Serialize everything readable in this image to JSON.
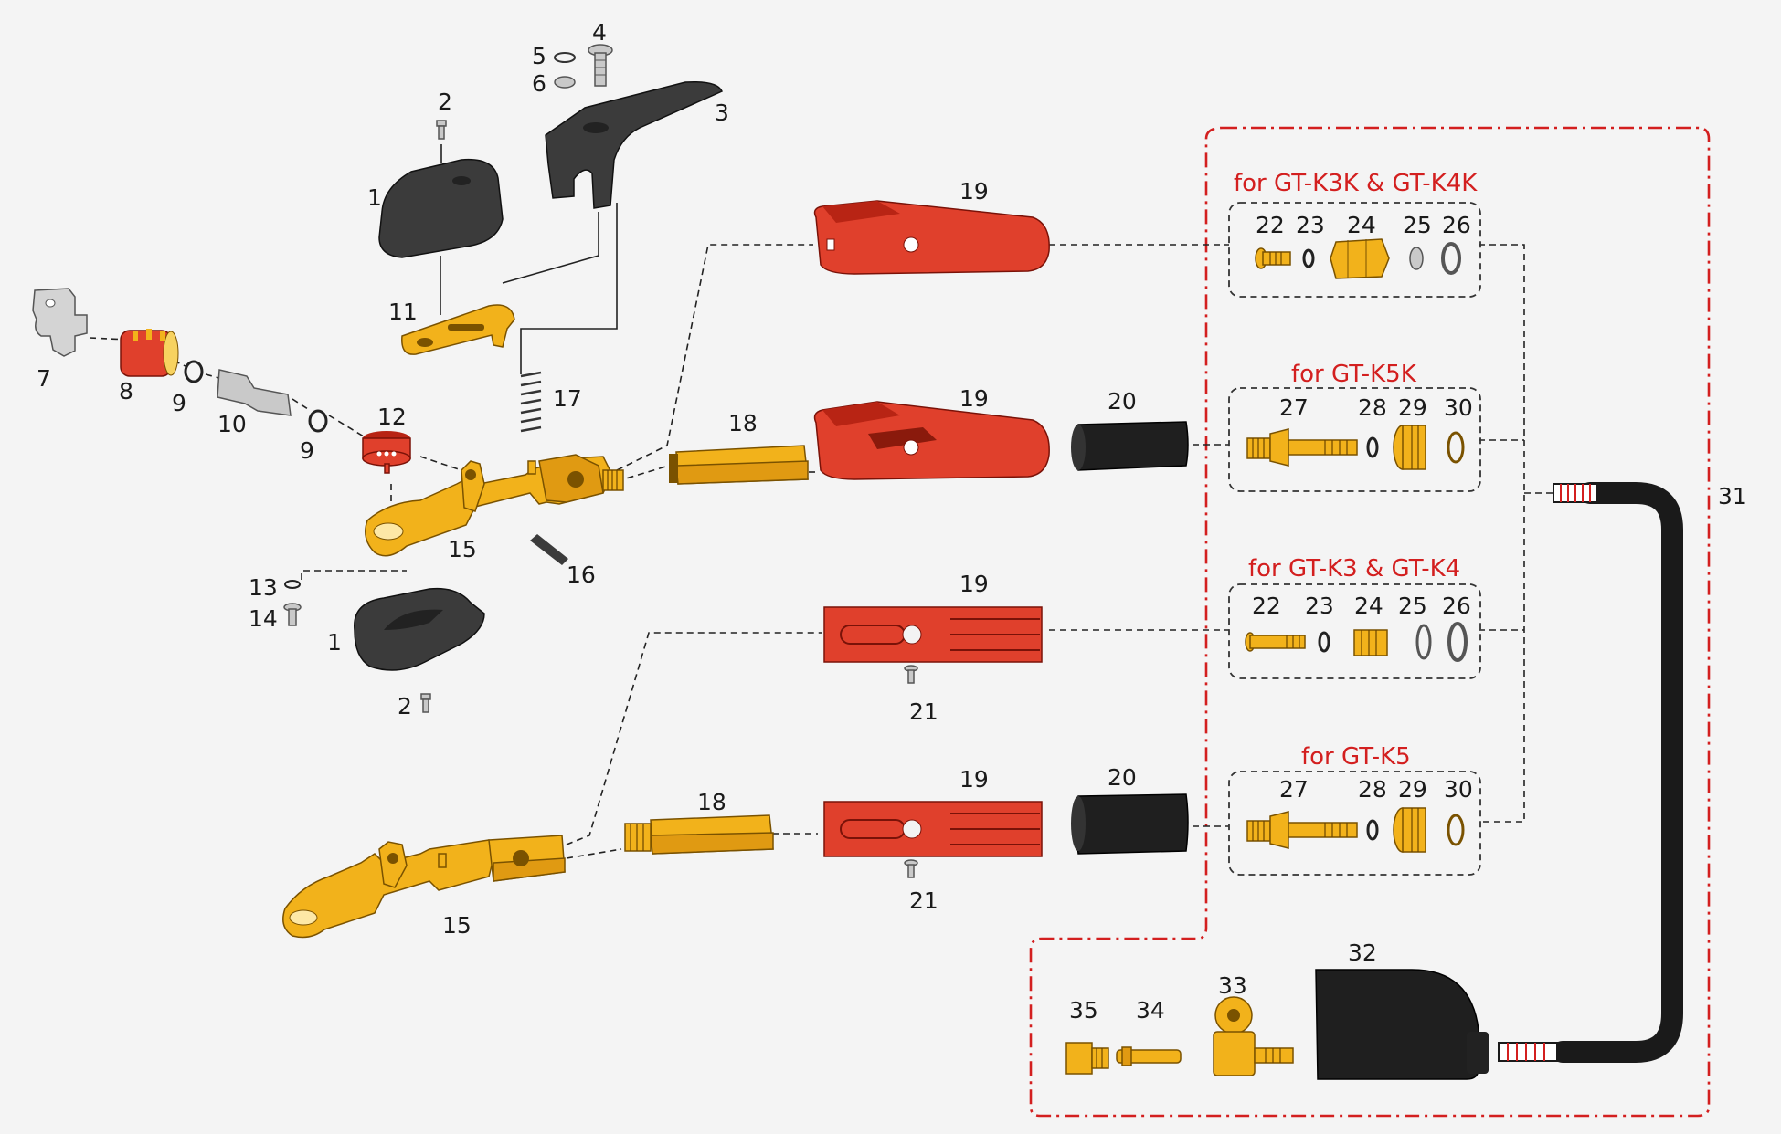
{
  "labels": {
    "p1_top": "1",
    "p2_top": "2",
    "p3": "3",
    "p4": "4",
    "p5": "5",
    "p6": "6",
    "p7": "7",
    "p8": "8",
    "p9_a": "9",
    "p10": "10",
    "p9_b": "9",
    "p11": "11",
    "p12": "12",
    "p17": "17",
    "p15_top": "15",
    "p16": "16",
    "p13": "13",
    "p14": "14",
    "p1_bottom": "1",
    "p2_bottom": "2",
    "p19_a": "19",
    "p18_a": "18",
    "p19_b": "19",
    "p20_a": "20",
    "p19_c": "19",
    "p21_a": "21",
    "p18_b": "18",
    "p19_d": "19",
    "p20_b": "20",
    "p21_b": "21",
    "p15_bottom": "15",
    "k1_22": "22",
    "k1_23": "23",
    "k1_24": "24",
    "k1_25": "25",
    "k1_26": "26",
    "k2_27": "27",
    "k2_28": "28",
    "k2_29": "29",
    "k2_30": "30",
    "k3_22": "22",
    "k3_23": "23",
    "k3_24": "24",
    "k3_25": "25",
    "k3_26": "26",
    "k4_27": "27",
    "k4_28": "28",
    "k4_29": "29",
    "k4_30": "30",
    "p31": "31",
    "p32": "32",
    "p33": "33",
    "p34": "34",
    "p35": "35"
  },
  "kits": {
    "kit1_title": "for GT-K3K & GT-K4K",
    "kit2_title": "for GT-K5K",
    "kit3_title": "for GT-K3 & GT-K4",
    "kit4_title": "for GT-K5"
  },
  "colors": {
    "kit_title": "#d31f1f",
    "brass": "#f2b21b",
    "insulator_red": "#e0402c",
    "cable_black": "#1f1f1f",
    "cover_dark": "#3b3b3b"
  }
}
